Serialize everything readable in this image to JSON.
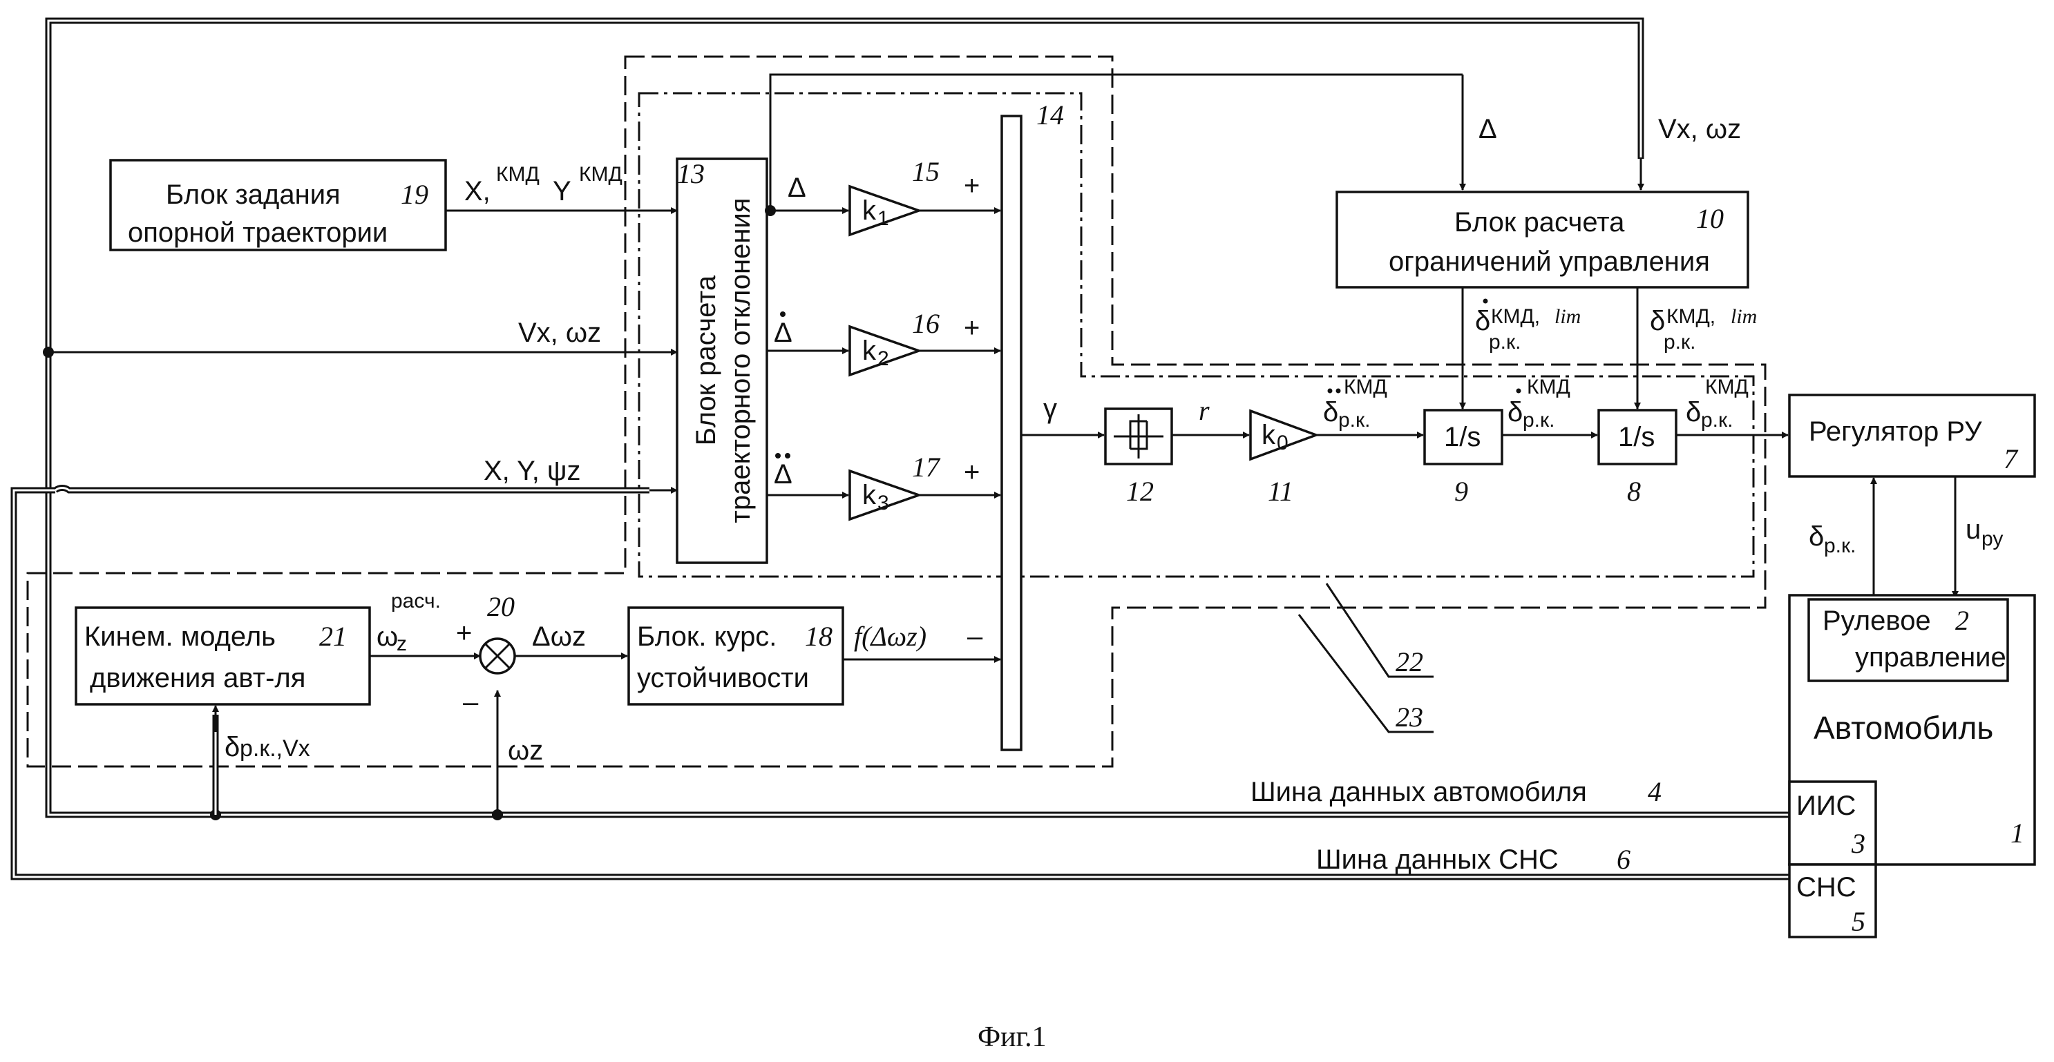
{
  "blocks": {
    "b19": {
      "line1": "Блок задания",
      "line2": "опорной траектории",
      "num": "19"
    },
    "b13": {
      "line1": "Блок расчета",
      "line2": "траекторного отклонения",
      "num": "13"
    },
    "b10": {
      "line1": "Блок расчета",
      "line2": "ограничений управления",
      "num": "10"
    },
    "b7": {
      "label": "Регулятор РУ",
      "num": "7"
    },
    "b2": {
      "line1": "Рулевое",
      "line2": "управление",
      "num": "2"
    },
    "b1": {
      "label": "Автомобиль",
      "num": "1"
    },
    "b3": {
      "label": "ИИС",
      "num": "3"
    },
    "b5": {
      "label": "СНС",
      "num": "5"
    },
    "b21": {
      "line1": "Кинем. модель",
      "line2": "движения авт-ля",
      "num": "21"
    },
    "b18": {
      "line1": "Блок. курс.",
      "line2": "устойчивости",
      "num": "18"
    },
    "b9": {
      "label": "1/s",
      "num": "9"
    },
    "b8": {
      "label": "1/s",
      "num": "8"
    },
    "b12": {
      "num": "12"
    },
    "b14": {
      "num": "14"
    },
    "b20": {
      "num": "20"
    }
  },
  "gains": {
    "k1": {
      "label": "k",
      "sub": "1",
      "num": "15"
    },
    "k2": {
      "label": "k",
      "sub": "2",
      "num": "16"
    },
    "k3": {
      "label": "k",
      "sub": "3",
      "num": "17"
    },
    "k0": {
      "label": "k",
      "sub": "0",
      "num": "11"
    }
  },
  "signals": {
    "xy_cmd": "X,",
    "xy_cmd_sup": "КМД",
    "y_cmd": "Y",
    "y_cmd_sup": "КМД",
    "vx_wz_left": "Vx, ωz",
    "xy_psi": "X, Y, ψz",
    "delta": "Δ",
    "delta_dot": "Δ",
    "delta_ddot": "Δ",
    "delta_top": "Δ",
    "vx_wz_top": "Vx, ωz",
    "gamma": "γ",
    "r": "r",
    "d_ddot_cmd": "δ",
    "d_ddot_cmd_sub": "р.к.",
    "d_ddot_cmd_sup": "КМД",
    "d_dot_cmd": "δ",
    "d_dot_cmd_sub": "р.к.",
    "d_dot_cmd_sup": "КМД",
    "d_cmd": "δ",
    "d_cmd_sub": "р.к.",
    "d_cmd_sup": "КМД",
    "d_dot_lim": "δ",
    "d_dot_lim_sub": "р.к.",
    "d_dot_lim_sup": "КМД,",
    "d_dot_lim_sup2": "lim",
    "d_lim": "δ",
    "d_lim_sub": "р.к.",
    "d_lim_sup": "КМД,",
    "d_lim_sup2": "lim",
    "d_rk": "δ",
    "d_rk_sub": "р.к.",
    "u_ru": "u",
    "u_ru_sub": "ру",
    "wz_calc": "ω",
    "wz_calc_sub": "z",
    "wz_calc_sup": "расч.",
    "delta_wz": "Δωz",
    "f_delta_wz": "f(Δωz)",
    "d_vx_bottom": "δ",
    "d_vx_bottom_rest": "р.к.,Vx",
    "wz_bottom": "ωz",
    "plus": "+",
    "minus": "–"
  },
  "buses": {
    "bus4": {
      "label": "Шина данных автомобиля",
      "num": "4"
    },
    "bus6": {
      "label": "Шина данных СНС",
      "num": "6"
    }
  },
  "callouts": {
    "c22": "22",
    "c23": "23"
  },
  "caption": "Фиг.1"
}
